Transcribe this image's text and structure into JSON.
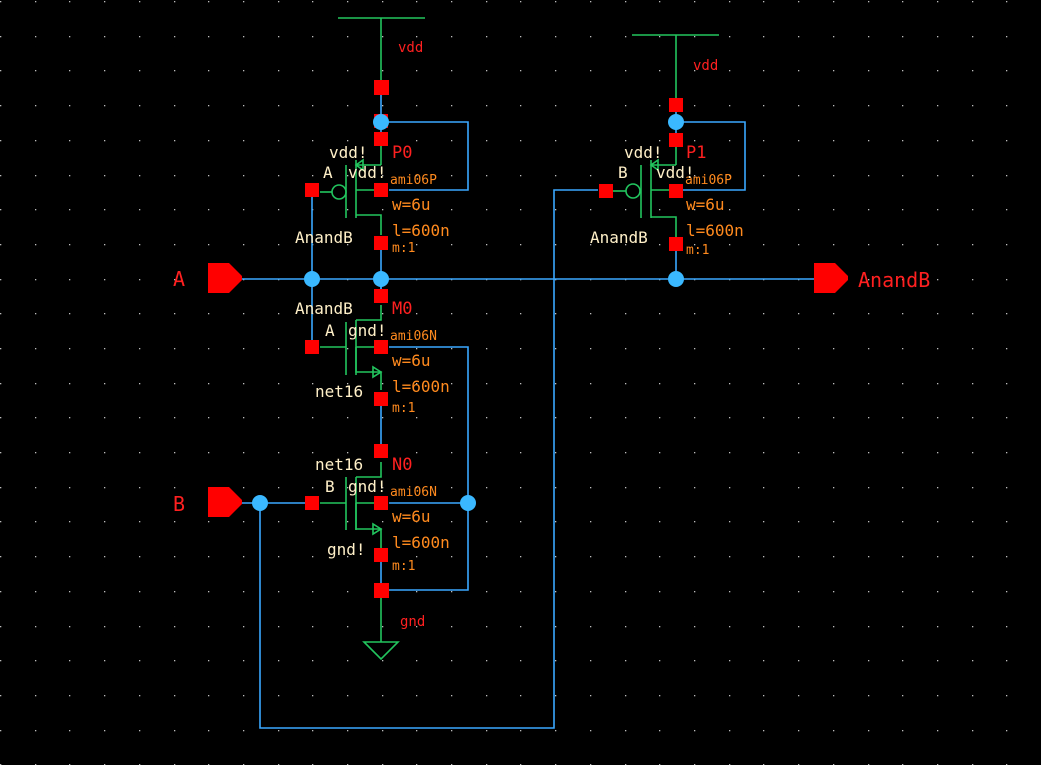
{
  "colors": {
    "background": "#000000",
    "wire": "#3aa8ff",
    "symbol": "#22c55e",
    "pin": "#ff0000",
    "instance_label": "#ff2020",
    "parameter_label": "#ff8a1e",
    "terminal_label": "#fff0c8",
    "junction": "#3ab8ff"
  },
  "supplies": {
    "vdd_left": "vdd",
    "vdd_right": "vdd",
    "gnd": "gnd"
  },
  "ports": {
    "input_a": "A",
    "input_b": "B",
    "output": "AnandB"
  },
  "transistors": [
    {
      "name": "P0",
      "model": "ami06P",
      "w": "w=6u",
      "l": "l=600n",
      "m": "m:1",
      "bulk_label": "vdd!",
      "source_label": "vdd!",
      "gate_label": "A",
      "drain_label": "AnandB"
    },
    {
      "name": "P1",
      "model": "ami06P",
      "w": "w=6u",
      "l": "l=600n",
      "m": "m:1",
      "bulk_label": "vdd!",
      "source_label": "vdd!",
      "gate_label": "B",
      "drain_label": "AnandB"
    },
    {
      "name": "M0",
      "model": "ami06N",
      "w": "w=6u",
      "l": "l=600n",
      "m": "m:1",
      "drain_label": "AnandB",
      "gate_label": "A",
      "bulk_label": "gnd!",
      "source_label": "net16"
    },
    {
      "name": "N0",
      "model": "ami06N",
      "w": "w=6u",
      "l": "l=600n",
      "m": "m:1",
      "drain_label": "net16",
      "gate_label": "B",
      "bulk_label": "gnd!",
      "source_label": "gnd!"
    }
  ]
}
